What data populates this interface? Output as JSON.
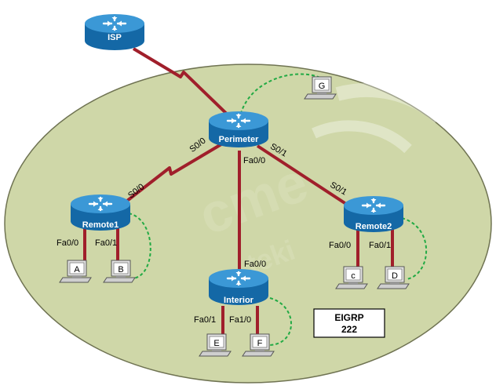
{
  "colors": {
    "ellipse_fill": "#cfd7a8",
    "link_color": "#a01f2b",
    "dashed_color": "#22aa44",
    "router_fill": "#1a7fc4",
    "router_top": "#5db4e8"
  },
  "routers": {
    "isp": "ISP",
    "perimeter": "Perimeter",
    "remote1": "Remote1",
    "remote2": "Remote2",
    "interior": "Interior"
  },
  "interfaces": {
    "perimeter_s00": "S0/0",
    "perimeter_s01": "S0/1",
    "perimeter_fa00": "Fa0/0",
    "remote1_s00": "S0/0",
    "remote1_fa00": "Fa0/0",
    "remote1_fa01": "Fa0/1",
    "remote2_s01": "S0/1",
    "remote2_fa00": "Fa0/0",
    "remote2_fa01": "Fa0/1",
    "interior_fa00": "Fa0/0",
    "interior_fa01": "Fa0/1",
    "interior_fa10": "Fa1/0"
  },
  "hosts": {
    "a": "A",
    "b": "B",
    "c": "c",
    "d": "D",
    "e": "E",
    "f": "F",
    "g": "G"
  },
  "info_box": {
    "line1": "EIGRP",
    "line2": "222"
  },
  "icons": {
    "router": "router-icon",
    "pc": "pc-icon"
  }
}
